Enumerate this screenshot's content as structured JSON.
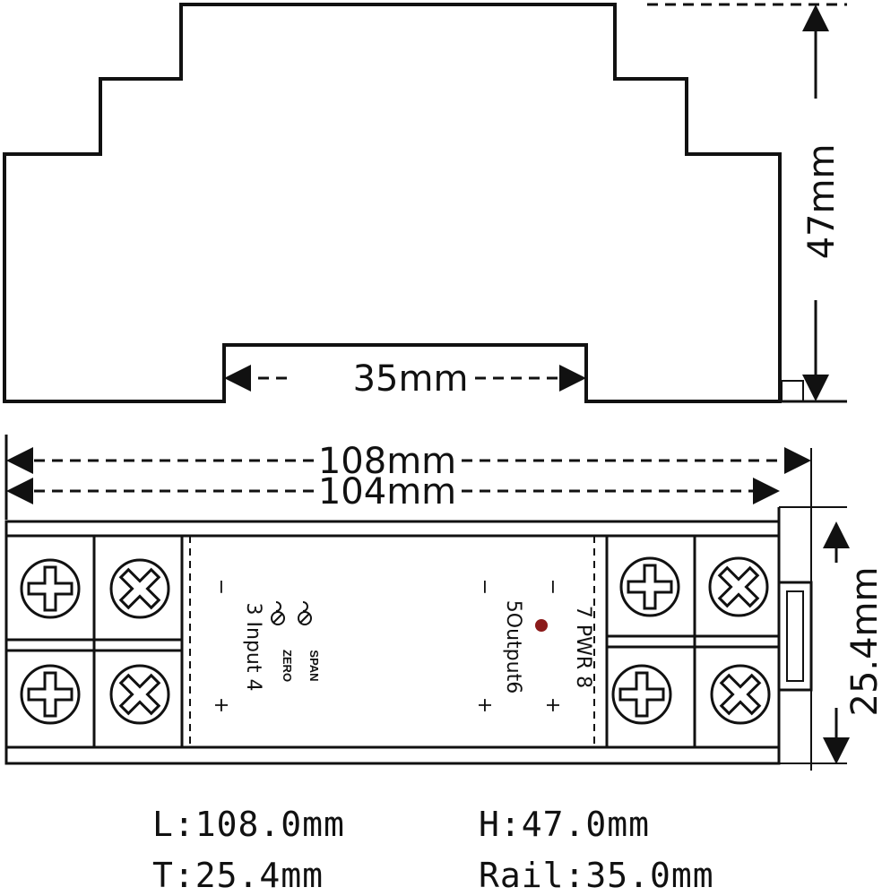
{
  "dimensions": {
    "height_label": "47mm",
    "rail_label": "35mm",
    "length_outer_label": "108mm",
    "length_inner_label": "104mm",
    "thickness_label": "25.4mm"
  },
  "terminals": {
    "input_text": "3 Input 4",
    "output_text": "5Output6",
    "pwr_text": "7  PWR  8",
    "minus": "−",
    "plus": "+",
    "zero": "ZERO",
    "span": "SPAN"
  },
  "specs": {
    "length": "L:108.0mm",
    "height": "H:47.0mm",
    "thickness": "T:25.4mm",
    "rail": "Rail:35.0mm"
  },
  "colors": {
    "line": "#111111",
    "led": "#8b1a1a"
  }
}
